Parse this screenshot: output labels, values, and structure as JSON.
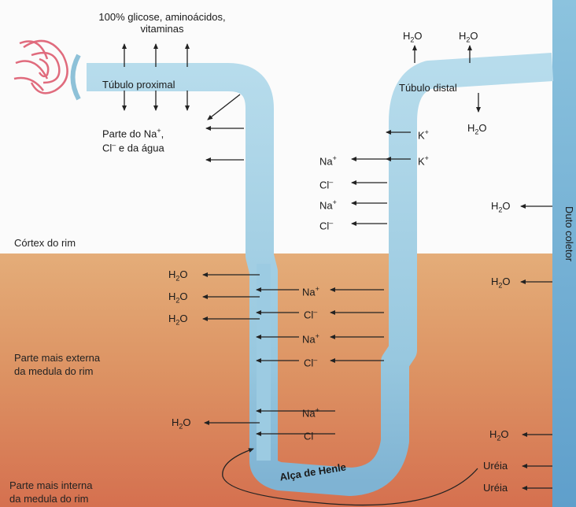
{
  "top_label": {
    "line1": "100% glicose, aminoácidos,",
    "line2": "vitaminas"
  },
  "structures": {
    "proximal_tubule": "Túbulo proximal",
    "distal_tubule": "Túbulo distal",
    "loop_of_henle": "Alça de Henle",
    "collecting_duct": "Duto coletor"
  },
  "proximal_reabsorption": {
    "line1_prefix": "Parte do Na",
    "line1_sup": "+",
    "line1_suffix": ",",
    "line2_prefix": "Cl",
    "line2_sup": "–",
    "line2_suffix": " e da água"
  },
  "ions": {
    "h2o_base": "H",
    "h2o_sub": "2",
    "h2o_tail": "O",
    "k_base": "K",
    "k_sup": "+",
    "na_base": "Na",
    "na_sup": "+",
    "cl_base": "Cl",
    "cl_sup": "–",
    "urea": "Uréia"
  },
  "zones": {
    "cortex": "Córtex do rim",
    "outer_medulla_1": "Parte mais externa",
    "outer_medulla_2": "da medula do rim",
    "inner_medulla_1": "Parte mais interna",
    "inner_medulla_2": "da medula do rim"
  },
  "colors": {
    "cortex": "#fafafa",
    "outer_medulla": "#e0a06a",
    "inner_medulla": "#d77a55",
    "tubule": "#a9d3e6",
    "tubule_edge": "#8ec1d8",
    "duct": "#7fb8d8",
    "glomerulus": "#e06070"
  }
}
